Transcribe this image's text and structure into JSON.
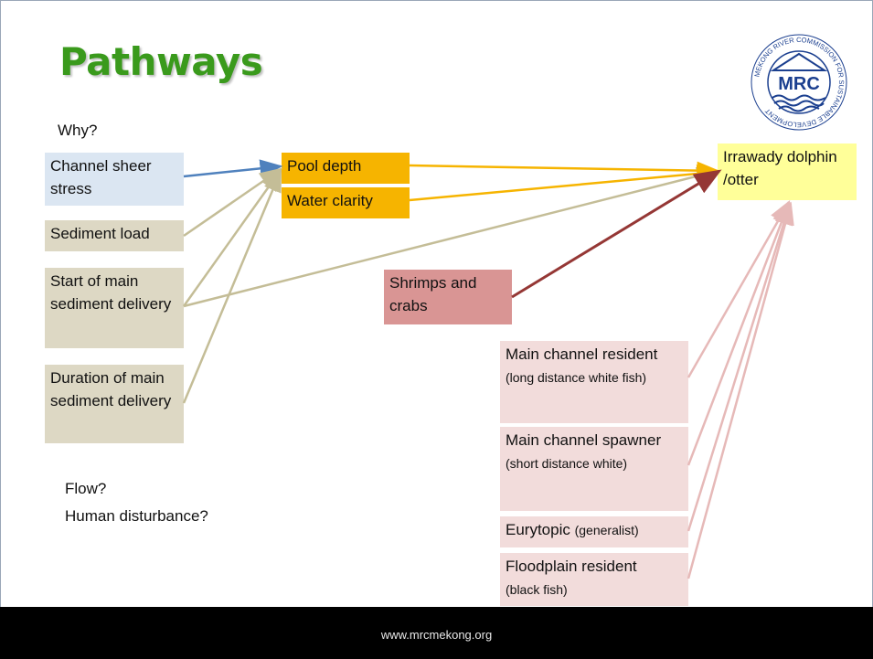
{
  "title": "Pathways",
  "why": "Why?",
  "drivers": {
    "channel_sheer": "Channel sheer stress",
    "sediment_load": "Sediment load",
    "start_sediment": "Start of main sediment delivery",
    "duration_sediment": "Duration of main sediment delivery"
  },
  "intermediates": {
    "pool_depth": "Pool depth",
    "water_clarity": "Water clarity",
    "shrimps": "Shrimps and crabs"
  },
  "target": "Irrawady dolphin /otter",
  "fish": {
    "main_resident": "Main channel resident",
    "main_resident_note": "(long distance white fish)",
    "main_spawner": "Main channel spawner",
    "main_spawner_note": "(short distance white)",
    "eurytopic": "Eurytopic",
    "eurytopic_note": "(generalist)",
    "floodplain": "Floodplain resident",
    "floodplain_note": "(black fish)"
  },
  "questions": {
    "flow": "Flow?",
    "human": "Human disturbance?"
  },
  "logo": {
    "text": "MRC",
    "ring_text": "MEKONG RIVER COMMISSION FOR SUSTAINABLE DEVELOPMENT"
  },
  "footer_url": "www.mrcmekong.org",
  "colors": {
    "title": "#3a9a1c",
    "blue_arrow": "#4f81bd",
    "tan_arrow": "#c4bd97",
    "orange_arrow": "#f6b400",
    "red_arrow": "#953735",
    "pink_arrow": "#e6b9b8"
  }
}
